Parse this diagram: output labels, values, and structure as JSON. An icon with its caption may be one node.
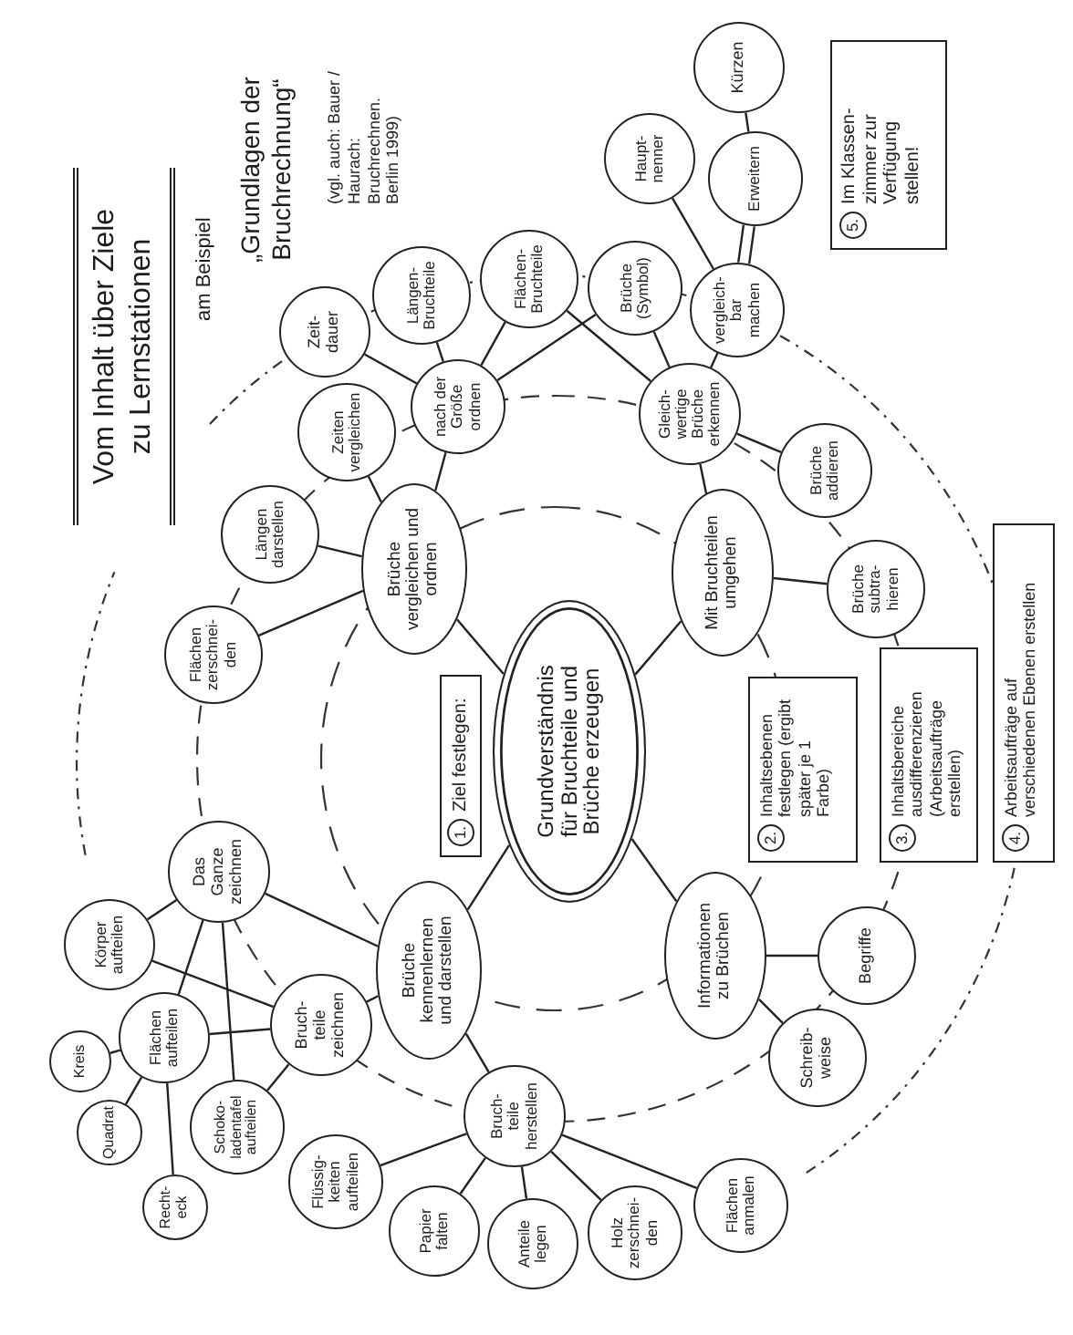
{
  "diagram": {
    "title": "Vom Inhalt über Ziele zu Lernstationen",
    "nodes": [
      {
        "text": [
          "Grundverständnis für Bruchteile und Brüche erzeugen"
        ]
      },
      {
        "text": [
          "Brüche vergleichen und ordnen"
        ]
      },
      {
        "text": [
          "nach der Größe ordnen"
        ]
      },
      {
        "text": [
          "Zeit- dauer"
        ]
      },
      {
        "text": [
          "Längen- Bruchteile"
        ]
      },
      {
        "text": [
          "Flächen- Bruchteile"
        ]
      },
      {
        "text": [
          "Zeiten vergleichen"
        ]
      },
      {
        "text": [
          "Längen darstellen"
        ]
      },
      {
        "text": [
          "Flächen zerschnei- den"
        ]
      },
      {
        "text": [
          "Mit Bruchteilen umgehen"
        ]
      },
      {
        "text": [
          "Gleich- wertige Brüche erkennen"
        ]
      },
      {
        "text": [
          "Brüche (Symbol)"
        ]
      },
      {
        "text": [
          "vergleich- bar machen"
        ]
      },
      {
        "text": [
          "Haupt- nenner"
        ]
      },
      {
        "text": [
          "Erweitern"
        ]
      },
      {
        "text": [
          "Kürzen"
        ]
      },
      {
        "text": [
          "Brüche addieren"
        ]
      },
      {
        "text": [
          "Brüche subtra- hieren"
        ]
      },
      {
        "text": [
          "Informationen zu Brüchen"
        ]
      },
      {
        "text": [
          "Begriffe"
        ]
      },
      {
        "text": [
          "Schreib- weise"
        ]
      },
      {
        "text": [
          "Brüche kennenlernen und darstellen"
        ]
      },
      {
        "text": [
          "Das Ganze zeichnen"
        ]
      },
      {
        "text": [
          "Körper aufteilen"
        ]
      },
      {
        "text": [
          "Flächen aufteilen"
        ]
      },
      {
        "text": [
          "Kreis"
        ]
      },
      {
        "text": [
          "Quadrat"
        ]
      },
      {
        "text": [
          "Recht- eck"
        ]
      },
      {
        "text": [
          "Schoko- ladentafel aufteilen"
        ]
      },
      {
        "text": [
          "Bruch- teile zeichnen"
        ]
      },
      {
        "text": [
          "Bruch- teile herstellen"
        ]
      },
      {
        "text": [
          "Flüssig- keiten aufteilen"
        ]
      },
      {
        "text": [
          "Papier falten"
        ]
      },
      {
        "text": [
          "Anteile legen"
        ]
      },
      {
        "text": [
          "Holz zerschnei- den"
        ]
      },
      {
        "text": [
          "Flächen anmalen"
        ]
      },
      {
        "text": [
          "1.",
          "Ziel festlegen:"
        ]
      },
      {
        "text": [
          "2.",
          "Inhaltsebenen festlegen (ergibt später je 1 Farbe)"
        ]
      },
      {
        "text": [
          "3.",
          "Inhaltsbereiche ausdifferenzieren (Arbeitsaufträge erstellen)"
        ]
      },
      {
        "text": [
          "4.",
          "Arbeitsaufträge auf verschiedenen Ebenen erstellen"
        ]
      },
      {
        "text": [
          "5.",
          "Im Klassen- zimmer zur Verfügung stellen!"
        ]
      }
    ],
    "edges": [
      {
        "from": 0,
        "to": 1,
        "arrow": "none"
      },
      {
        "from": 0,
        "to": 9,
        "arrow": "none"
      },
      {
        "from": 0,
        "to": 18,
        "arrow": "none"
      },
      {
        "from": 0,
        "to": 21,
        "arrow": "none"
      },
      {
        "from": 1,
        "to": 2,
        "arrow": "none"
      },
      {
        "from": 1,
        "to": 6,
        "arrow": "none"
      },
      {
        "from": 1,
        "to": 7,
        "arrow": "none"
      },
      {
        "from": 1,
        "to": 8,
        "arrow": "none"
      },
      {
        "from": 2,
        "to": 3,
        "arrow": "none"
      },
      {
        "from": 2,
        "to": 4,
        "arrow": "none"
      },
      {
        "from": 2,
        "to": 5,
        "arrow": "none"
      },
      {
        "from": 2,
        "to": 11,
        "arrow": "none"
      },
      {
        "from": 5,
        "to": 10,
        "arrow": "none"
      },
      {
        "from": 9,
        "to": 10,
        "arrow": "none"
      },
      {
        "from": 10,
        "to": 11,
        "arrow": "none"
      },
      {
        "from": 10,
        "to": 12,
        "arrow": "none"
      },
      {
        "from": 10,
        "to": 16,
        "arrow": "none"
      },
      {
        "from": 12,
        "to": 13,
        "arrow": "none"
      },
      {
        "from": 12,
        "to": 14,
        "arrow": "none"
      },
      {
        "from": 12,
        "to": 14,
        "arrow": "none"
      },
      {
        "from": 14,
        "to": 15,
        "arrow": "none"
      },
      {
        "from": 9,
        "to": 17,
        "arrow": "none"
      },
      {
        "from": 18,
        "to": 19,
        "arrow": "none"
      },
      {
        "from": 18,
        "to": 20,
        "arrow": "none"
      },
      {
        "from": 21,
        "to": 22,
        "arrow": "none"
      },
      {
        "from": 21,
        "to": 29,
        "arrow": "none"
      },
      {
        "from": 21,
        "to": 30,
        "arrow": "none"
      },
      {
        "from": 22,
        "to": 23,
        "arrow": "none"
      },
      {
        "from": 22,
        "to": 24,
        "arrow": "none"
      },
      {
        "from": 22,
        "to": 28,
        "arrow": "none"
      },
      {
        "from": 23,
        "to": 29,
        "arrow": "none"
      },
      {
        "from": 24,
        "to": 29,
        "arrow": "none"
      },
      {
        "from": 28,
        "to": 29,
        "arrow": "none"
      },
      {
        "from": 24,
        "to": 25,
        "arrow": "none"
      },
      {
        "from": 24,
        "to": 26,
        "arrow": "none"
      },
      {
        "from": 24,
        "to": 27,
        "arrow": "none"
      },
      {
        "from": 30,
        "to": 31,
        "arrow": "none"
      },
      {
        "from": 30,
        "to": 32,
        "arrow": "none"
      },
      {
        "from": 30,
        "to": 33,
        "arrow": "none"
      },
      {
        "from": 30,
        "to": 34,
        "arrow": "none"
      },
      {
        "from": 30,
        "to": 35,
        "arrow": "none"
      }
    ],
    "labels": [
      "am Beispiel",
      "„Grundlagen der Bruchrechnung“",
      "(vgl. auch: Bauer / Haurach: Bruchrechnen. Berlin 1999)"
    ]
  }
}
